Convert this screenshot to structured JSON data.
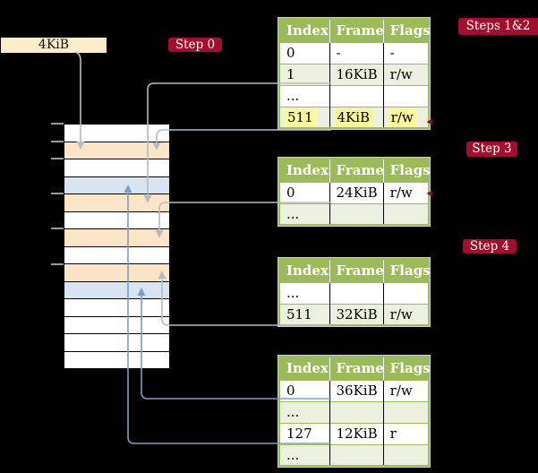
{
  "frame_label": "4KiB",
  "badges": {
    "step0": "Step 0",
    "steps12": "Steps 1&2",
    "step3": "Step 3",
    "step4": "Step 4"
  },
  "memory": {
    "frames": [
      "white",
      "peach",
      "white",
      "blue",
      "peach",
      "white",
      "peach",
      "white",
      "peach",
      "blue",
      "white",
      "white",
      "white",
      "white"
    ]
  },
  "tables": {
    "t1": {
      "headers": [
        "Index",
        "Frame",
        "Flags"
      ],
      "rows": [
        [
          "0",
          "-",
          "-"
        ],
        [
          "1",
          "16KiB",
          "r/w"
        ],
        [
          "...",
          "",
          ""
        ],
        [
          "511",
          "4KiB",
          "r/w"
        ]
      ]
    },
    "t2": {
      "headers": [
        "Index",
        "Frame",
        "Flags"
      ],
      "rows": [
        [
          "0",
          "24KiB",
          "r/w"
        ],
        [
          "...",
          "",
          ""
        ]
      ]
    },
    "t3": {
      "headers": [
        "Index",
        "Frame",
        "Flags"
      ],
      "rows": [
        [
          "...",
          "",
          ""
        ],
        [
          "511",
          "32KiB",
          "r/w"
        ]
      ]
    },
    "t4": {
      "headers": [
        "Index",
        "Frame",
        "Flags"
      ],
      "rows": [
        [
          "0",
          "36KiB",
          "r/w"
        ],
        [
          "...",
          "",
          ""
        ],
        [
          "127",
          "12KiB",
          "r"
        ],
        [
          "...",
          "",
          ""
        ]
      ]
    }
  }
}
